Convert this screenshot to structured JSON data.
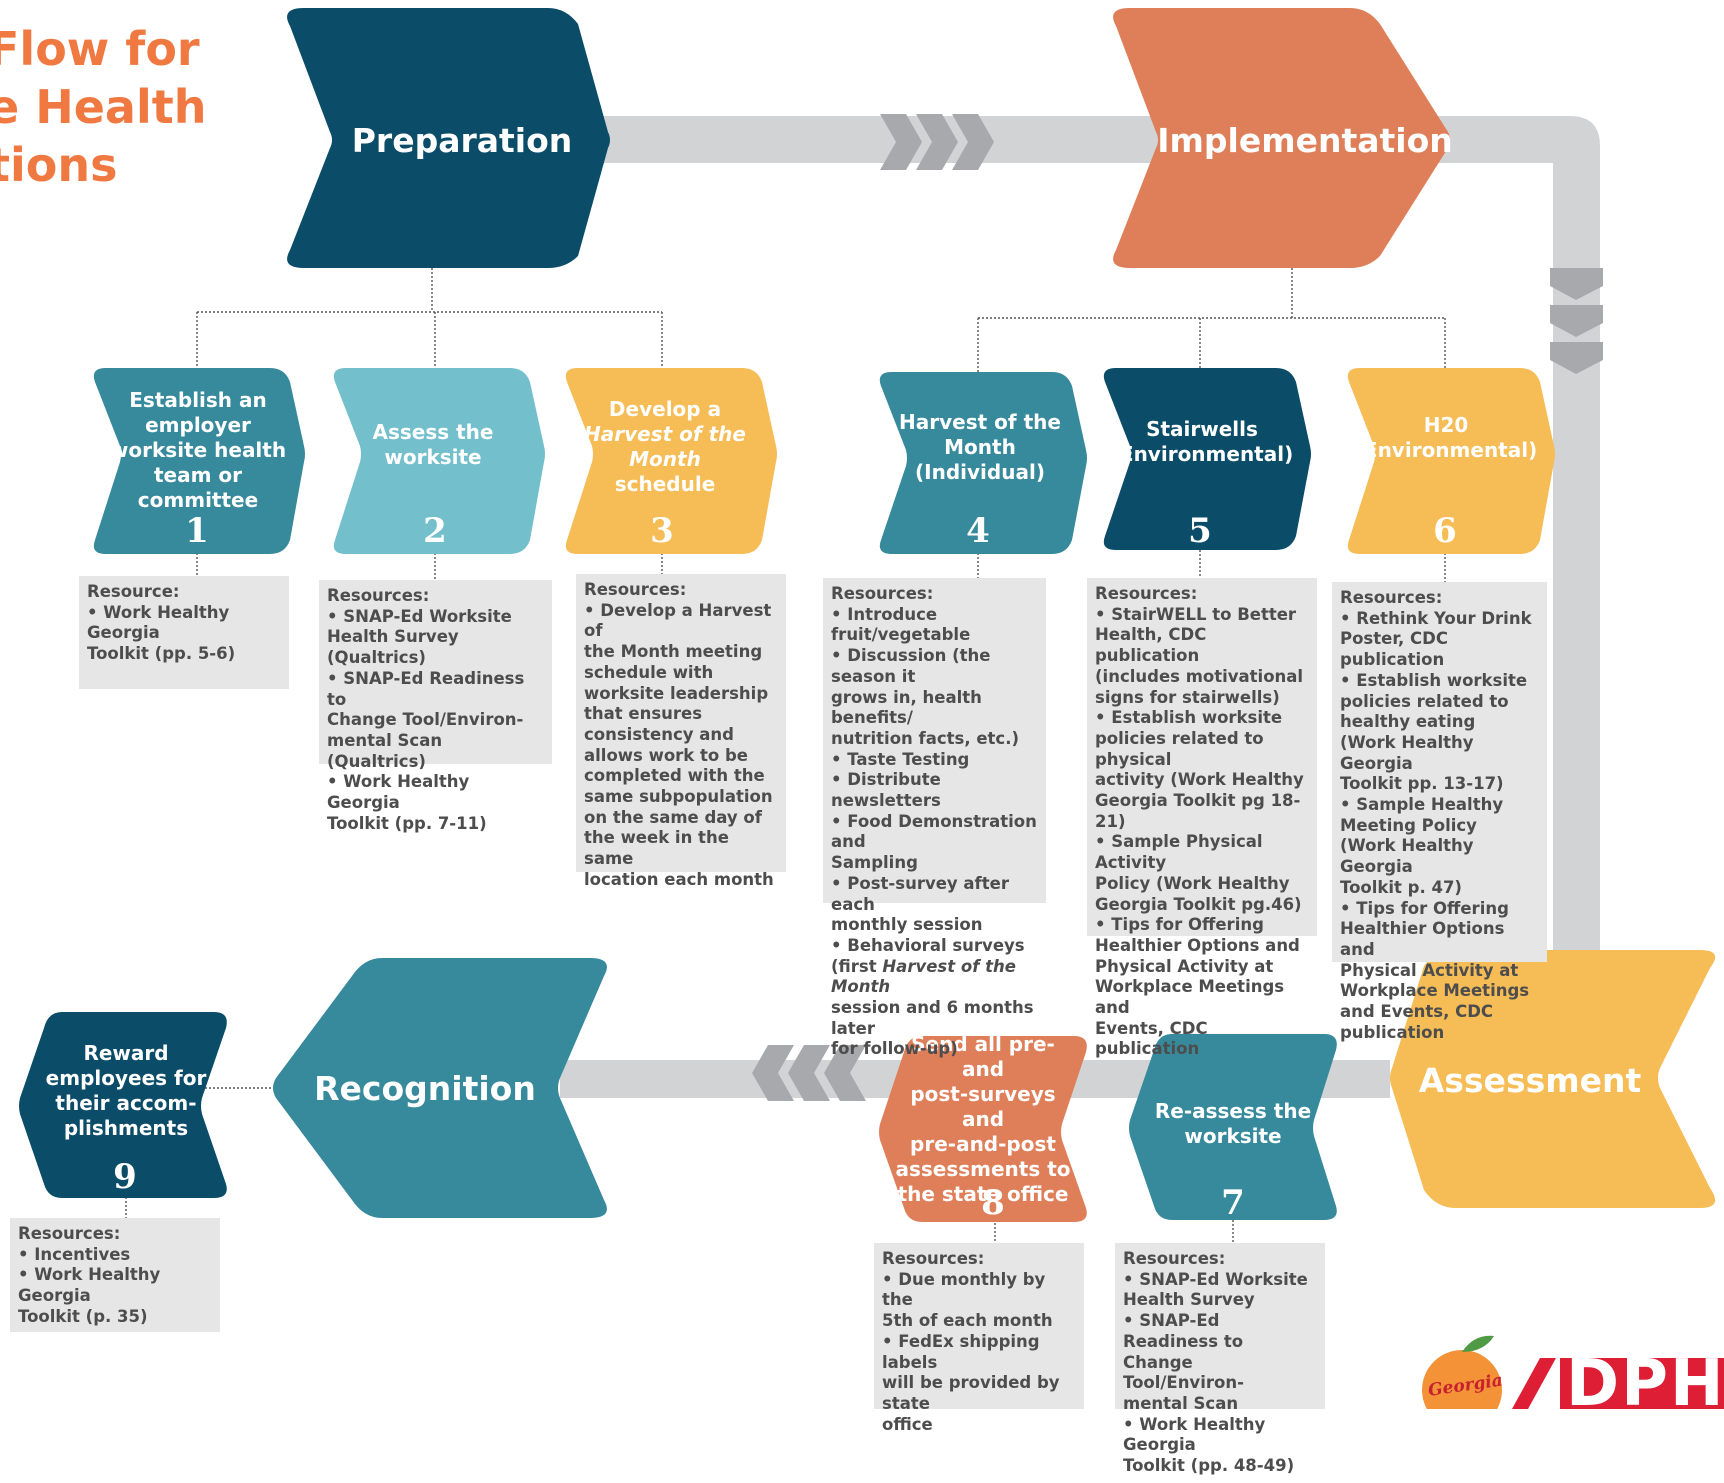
{
  "title": {
    "line1": "Flow for",
    "line2": "e Health",
    "line3": "tions"
  },
  "stages": {
    "preparation": "Preparation",
    "implementation": "Implementation",
    "assessment": "Assessment",
    "recognition": "Recognition"
  },
  "steps": [
    {
      "number": "1",
      "lines": [
        "Establish an",
        "employer",
        "worksite health",
        "team or",
        "committee"
      ]
    },
    {
      "number": "2",
      "lines": [
        "Assess the",
        "worksite"
      ]
    },
    {
      "number": "3",
      "lines": [
        "Develop a",
        "Harvest of the",
        "Month",
        "schedule"
      ]
    },
    {
      "number": "4",
      "lines": [
        "Harvest of the",
        "Month",
        "(Individual)"
      ]
    },
    {
      "number": "5",
      "lines": [
        "Stairwells",
        "(Environmental)"
      ]
    },
    {
      "number": "6",
      "lines": [
        "H20",
        "(Environmental)"
      ]
    },
    {
      "number": "7",
      "lines": [
        "Re-assess the",
        "worksite"
      ]
    },
    {
      "number": "8",
      "lines": [
        "Send all pre-and",
        "post-surveys and",
        "pre-and-post",
        "assessments to",
        "the state office"
      ]
    },
    {
      "number": "9",
      "lines": [
        "Reward",
        "employees for",
        "their accom-",
        "plishments"
      ]
    }
  ],
  "resources": {
    "r1": [
      "Resource:",
      "• Work Healthy Georgia",
      "Toolkit (pp. 5-6)"
    ],
    "r2": [
      "Resources:",
      "• SNAP-Ed Worksite",
      "Health Survey (Qualtrics)",
      "• SNAP-Ed Readiness to",
      "Change Tool/Environ-",
      "mental Scan (Qualtrics)",
      "• Work Healthy Georgia",
      "Toolkit (pp. 7-11)"
    ],
    "r3": [
      "Resources:",
      "• Develop a Harvest of",
      "the Month meeting",
      "schedule with",
      "worksite leadership",
      "that ensures",
      "consistency and",
      "allows work to be",
      "completed with the",
      "same subpopulation",
      "on the same day of",
      "the week in the same",
      "location each month"
    ],
    "r4": [
      "Resources:",
      "• Introduce fruit/vegetable",
      "• Discussion (the season it",
      "grows in, health benefits/",
      "nutrition facts, etc.)",
      "• Taste Testing",
      "• Distribute newsletters",
      "• Food Demonstration and",
      "Sampling",
      "• Post-survey after each",
      "monthly session",
      "• Behavioral surveys",
      "(first Harvest of the Month",
      "session and 6 months later",
      "for follow-up)"
    ],
    "r5": [
      "Resources:",
      "• StairWELL to Better",
      "Health, CDC publication",
      "(includes motivational",
      "signs for stairwells)",
      "• Establish worksite",
      "policies related to physical",
      "activity (Work Healthy",
      "Georgia Toolkit pg 18-21)",
      "• Sample Physical Activity",
      "Policy (Work Healthy",
      "Georgia Toolkit pg.46)",
      "• Tips for Offering",
      "Healthier Options and",
      "Physical Activity at",
      "Workplace Meetings and",
      "Events, CDC publication"
    ],
    "r6": [
      "Resources:",
      "• Rethink Your Drink",
      "Poster, CDC publication",
      "• Establish worksite",
      "policies related to",
      "healthy eating",
      "(Work Healthy Georgia",
      "Toolkit pp. 13-17)",
      "• Sample Healthy",
      "Meeting Policy",
      "(Work Healthy Georgia",
      "Toolkit p. 47)",
      "• Tips for Offering",
      "Healthier Options and",
      "Physical Activity at",
      "Workplace Meetings",
      "and Events, CDC",
      "publication"
    ],
    "r7": [
      "Resources:",
      "• SNAP-Ed Worksite",
      "Health Survey",
      "• SNAP-Ed Readiness to",
      "Change Tool/Environ-",
      "mental Scan",
      "• Work Healthy Georgia",
      "Toolkit (pp. 48-49)"
    ],
    "r8": [
      "Resources:",
      "• Due monthly by the",
      "5th of each month",
      "• FedEx shipping labels",
      "will be provided by state",
      "office"
    ],
    "r9": [
      "Resources:",
      "• Incentives",
      "• Work Healthy Georgia",
      "Toolkit (p. 35)"
    ]
  },
  "logo": {
    "georgia": "Georgia",
    "dph": "DPH"
  },
  "colors": {
    "navy": "#0B4D68",
    "teal": "#378A9C",
    "light_teal": "#74BFCC",
    "orange": "#DF7F59",
    "yellow": "#F6BC56",
    "track": "#D1D3D5",
    "resource_bg": "#E6E6E6",
    "title": "#F07942",
    "dph_red": "#DE1E35"
  }
}
